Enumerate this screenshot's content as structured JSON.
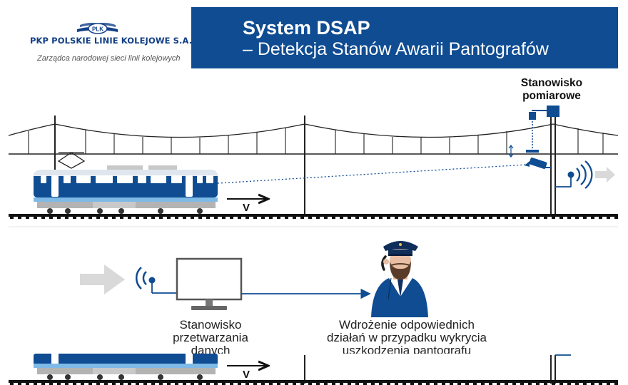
{
  "logo": {
    "name": "PKP POLSKIE LINIE KOLEJOWE S.A.",
    "tagline": "Zarządca narodowej sieci linii kolejowych",
    "emblem": "PLK"
  },
  "header": {
    "title_line1": "System DSAP",
    "title_line2": "– Detekcja Stanów Awarii Pantografów"
  },
  "labels": {
    "measurement_station": "Stanowisko\npomiarowe",
    "processing_station": "Stanowisko\nprzetwarzania\ndanych",
    "action": "Wdrożenie odpowiednich\ndziałań w przypadku wykrycia\nuszkodzenia pantografu",
    "velocity": "V"
  },
  "icons": {
    "arrow_right": "arrow-right-icon",
    "wireless": "wireless-signal-icon",
    "camera": "camera-icon",
    "monitor": "monitor-icon",
    "operator": "railway-operator-icon"
  },
  "colors": {
    "brand_blue": "#0f4c92",
    "light_blue": "#7fb9e6",
    "arrow_gray": "#d9d9d9"
  }
}
